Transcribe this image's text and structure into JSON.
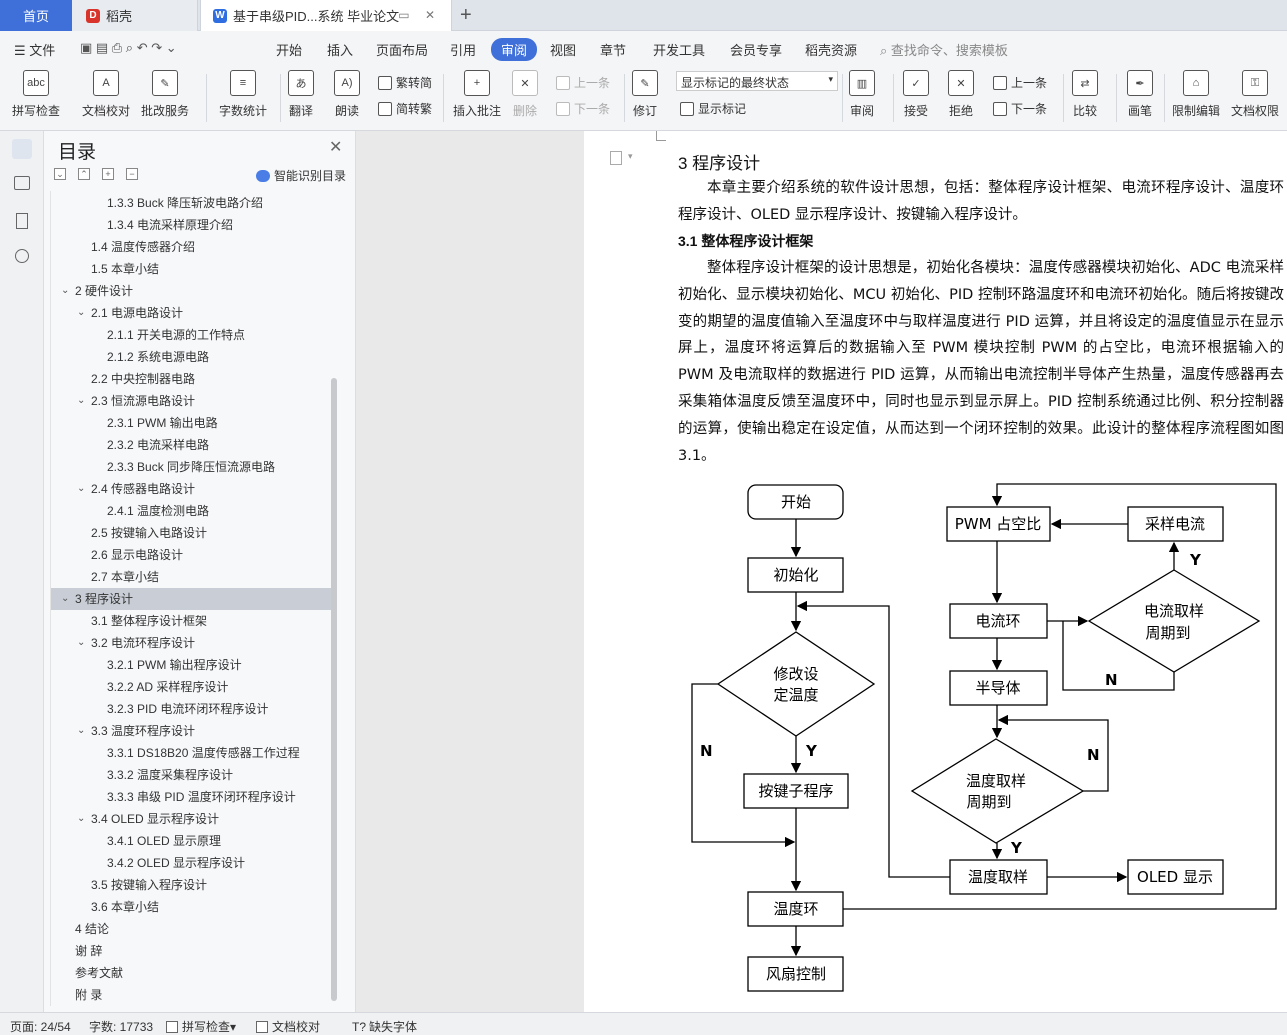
{
  "tabs": {
    "home": "首页",
    "daoke": "稻壳",
    "doc": "基于串级PID...系统 毕业论文",
    "add": "+"
  },
  "menu": {
    "file": "文件",
    "start": "开始",
    "insert": "插入",
    "layout": "页面布局",
    "reference": "引用",
    "review": "审阅",
    "view": "视图",
    "section": "章节",
    "devtools": "开发工具",
    "member": "会员专享",
    "daoke_res": "稻壳资源",
    "search": "查找命令、搜索模板"
  },
  "ribbon": {
    "spellcheck": "拼写检查",
    "proofread": "文档校对",
    "annotate_service": "批改服务",
    "wordcount": "字数统计",
    "translate": "翻译",
    "read_aloud": "朗读",
    "to_traditional": "繁转简",
    "to_simplified": "简转繁",
    "insert_comment": "插入批注",
    "delete": "删除",
    "prev": "上一条",
    "next": "下一条",
    "track_changes": "修订",
    "track_display": "显示标记的最终状态",
    "show_markup": "显示标记",
    "review_pane": "审阅",
    "accept": "接受",
    "reject": "拒绝",
    "prev2": "上一条",
    "next2": "下一条",
    "compare": "比较",
    "pen": "画笔",
    "restrict_edit": "限制编辑",
    "doc_permission": "文档权限"
  },
  "toc": {
    "title": "目录",
    "smart": "智能识别目录",
    "items": [
      {
        "text": "1.3.3 Buck 降压斩波电路介绍",
        "level": 3,
        "arrow": ""
      },
      {
        "text": "1.3.4 电流采样原理介绍",
        "level": 3,
        "arrow": ""
      },
      {
        "text": "1.4  温度传感器介绍",
        "level": 2,
        "arrow": ""
      },
      {
        "text": "1.5  本章小结",
        "level": 2,
        "arrow": ""
      },
      {
        "text": "2    硬件设计",
        "level": 1,
        "arrow": "v"
      },
      {
        "text": "2.1  电源电路设计",
        "level": 2,
        "arrow": "v"
      },
      {
        "text": "2.1.1 开关电源的工作特点",
        "level": 3,
        "arrow": ""
      },
      {
        "text": "2.1.2 系统电源电路",
        "level": 3,
        "arrow": ""
      },
      {
        "text": "2.2  中央控制器电路",
        "level": 2,
        "arrow": ""
      },
      {
        "text": "2.3  恒流源电路设计",
        "level": 2,
        "arrow": "v"
      },
      {
        "text": "2.3.1 PWM 输出电路",
        "level": 3,
        "arrow": ""
      },
      {
        "text": "2.3.2 电流采样电路",
        "level": 3,
        "arrow": ""
      },
      {
        "text": "2.3.3 Buck 同步降压恒流源电路",
        "level": 3,
        "arrow": ""
      },
      {
        "text": "2.4  传感器电路设计",
        "level": 2,
        "arrow": "v"
      },
      {
        "text": "2.4.1 温度检测电路",
        "level": 3,
        "arrow": ""
      },
      {
        "text": "2.5  按键输入电路设计",
        "level": 2,
        "arrow": ""
      },
      {
        "text": "2.6  显示电路设计",
        "level": 2,
        "arrow": ""
      },
      {
        "text": "2.7  本章小结",
        "level": 2,
        "arrow": ""
      },
      {
        "text": "3    程序设计",
        "level": 1,
        "arrow": "v",
        "selected": true
      },
      {
        "text": "3.1  整体程序设计框架",
        "level": 2,
        "arrow": ""
      },
      {
        "text": "3.2  电流环程序设计",
        "level": 2,
        "arrow": "v"
      },
      {
        "text": "3.2.1 PWM 输出程序设计",
        "level": 3,
        "arrow": ""
      },
      {
        "text": "3.2.2 AD 采样程序设计",
        "level": 3,
        "arrow": ""
      },
      {
        "text": "3.2.3 PID 电流环闭环程序设计",
        "level": 3,
        "arrow": ""
      },
      {
        "text": "3.3  温度环程序设计",
        "level": 2,
        "arrow": "v"
      },
      {
        "text": "3.3.1 DS18B20 温度传感器工作过程",
        "level": 3,
        "arrow": ""
      },
      {
        "text": "3.3.2 温度采集程序设计",
        "level": 3,
        "arrow": ""
      },
      {
        "text": "3.3.3 串级 PID 温度环闭环程序设计",
        "level": 3,
        "arrow": ""
      },
      {
        "text": "3.4 OLED 显示程序设计",
        "level": 2,
        "arrow": "v"
      },
      {
        "text": "3.4.1 OLED 显示原理",
        "level": 3,
        "arrow": ""
      },
      {
        "text": "3.4.2 OLED 显示程序设计",
        "level": 3,
        "arrow": ""
      },
      {
        "text": "3.5  按键输入程序设计",
        "level": 2,
        "arrow": ""
      },
      {
        "text": "3.6  本章小结",
        "level": 2,
        "arrow": ""
      },
      {
        "text": "4    结论",
        "level": 1,
        "arrow": ""
      },
      {
        "text": "谢    辞",
        "level": 1,
        "arrow": ""
      },
      {
        "text": "参考文献",
        "level": 1,
        "arrow": ""
      },
      {
        "text": "附    录",
        "level": 1,
        "arrow": ""
      }
    ]
  },
  "doc": {
    "chapter_title": "3   程序设计",
    "para1": "本章主要介绍系统的软件设计思想，包括：整体程序设计框架、电流环程序设计、温度环程序设计、OLED 显示程序设计、按键输入程序设计。",
    "section_title": "3.1  整体程序设计框架",
    "para2": "整体程序设计框架的设计思想是，初始化各模块：温度传感器模块初始化、ADC 电流采样初始化、显示模块初始化、MCU 初始化、PID 控制环路温度环和电流环初始化。随后将按键改变的期望的温度值输入至温度环中与取样温度进行 PID 运算，并且将设定的温度值显示在显示屏上，温度环将运算后的数据输入至 PWM 模块控制 PWM 的占空比，电流环根据输入的 PWM 及电流取样的数据进行 PID 运算，从而输出电流控制半导体产生热量，温度传感器再去采集箱体温度反馈至温度环中，同时也显示到显示屏上。PID 控制系统通过比例、积分控制器的运算，使输出稳定在设定值，从而达到一个闭环控制的效果。此设计的整体程序流程图如图 3.1。"
  },
  "flowchart": {
    "start": "开始",
    "init": "初始化",
    "modify_line1": "修改设",
    "modify_line2": "定温度",
    "key_sub": "按键子程序",
    "temp_loop": "温度环",
    "fan": "风扇控制",
    "pwm_duty": "PWM 占空比",
    "sample_current": "采样电流",
    "current_loop": "电流环",
    "cur_period_line1": "电流取样",
    "cur_period_line2": "周期到",
    "semiconductor": "半导体",
    "temp_period_line1": "温度取样",
    "temp_period_line2": "周期到",
    "temp_sample": "温度取样",
    "oled": "OLED 显示",
    "y": "Y",
    "n": "N"
  },
  "status": {
    "page": "页面: 24/54",
    "words": "字数: 17733",
    "spell": "拼写检查",
    "proof": "文档校对",
    "missing_font": "缺失字体"
  },
  "colors": {
    "accent": "#3f6fd8",
    "toc_selected": "#c9ced6"
  }
}
